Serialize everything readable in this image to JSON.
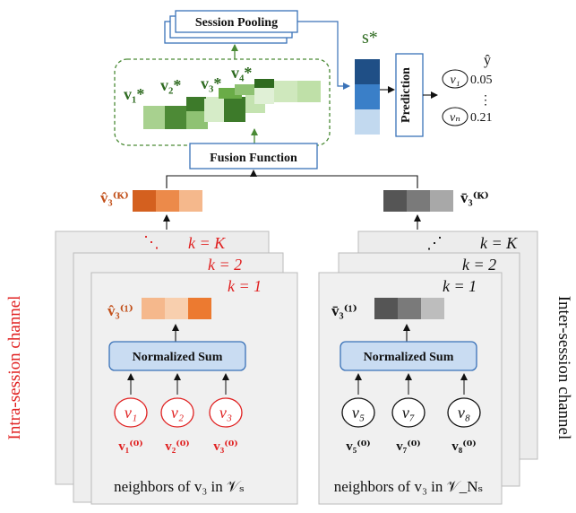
{
  "top": {
    "session_pooling": "Session Pooling",
    "fusion_function": "Fusion Function",
    "prediction": "Prediction",
    "s_star": "s*",
    "y_hat": "ŷ",
    "v1_star": "v₁*",
    "v2_star": "v₂*",
    "v3_star": "v₃*",
    "v4_star": "v₄*",
    "pred_items": [
      {
        "node": "v₁",
        "score": "0.05"
      },
      {
        "node": "vₙ",
        "score": "0.21"
      }
    ],
    "pred_dots": "⋮"
  },
  "intra": {
    "channel_label": "Intra-session channel",
    "agg_label": "v̂₃⁽ᴷ⁾",
    "k_labels": [
      "k = K",
      "k = 2",
      "k = 1"
    ],
    "dots": "⋱",
    "out_label": "v̂₃⁽¹⁾",
    "sum_label": "Normalized Sum",
    "nodes": [
      "v₁",
      "v₂",
      "v₃"
    ],
    "node_embeds": [
      "v₁⁽⁰⁾",
      "v₂⁽⁰⁾",
      "v₃⁽⁰⁾"
    ],
    "caption": "neighbors of v₃ in 𝒱ₛ"
  },
  "inter": {
    "channel_label": "Inter-session channel",
    "agg_label": "v̄₃⁽ᴷ⁾",
    "k_labels": [
      "k = K",
      "k = 2",
      "k = 1"
    ],
    "dots": "⋰",
    "out_label": "v̄₃⁽¹⁾",
    "sum_label": "Normalized Sum",
    "nodes": [
      "v₅",
      "v₇",
      "v₈"
    ],
    "node_embeds": [
      "v₅⁽⁰⁾",
      "v₇⁽⁰⁾",
      "v₈⁽⁰⁾"
    ],
    "caption": "neighbors of v₃ in 𝒱_Nₛ"
  },
  "colors": {
    "orange_dark": "#d4601f",
    "orange_mid": "#ec8a4a",
    "orange_light": "#f5b88c",
    "gray_dark": "#555555",
    "gray_mid": "#7a7a7a",
    "gray_light": "#a8a8a8",
    "blue_box": "#c9dcf2",
    "blue_border": "#3a72b8",
    "red": "#e02020",
    "green_dark": "#3d7a2a",
    "green_mid": "#6aac47",
    "green_light": "#b9dca3"
  }
}
